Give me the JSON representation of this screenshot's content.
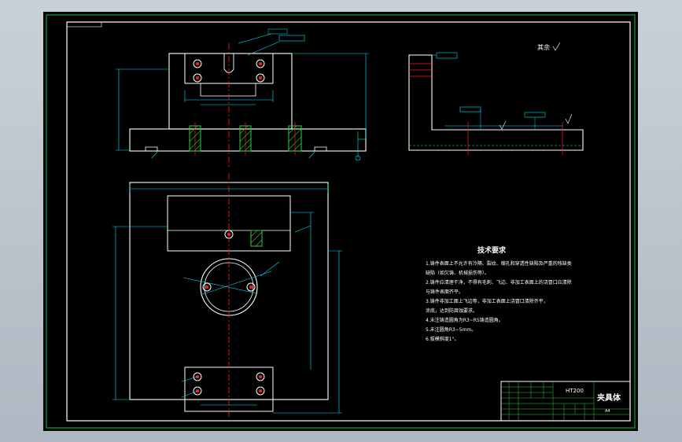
{
  "drawing": {
    "surface_finish_note": "其余",
    "tech_requirements": {
      "title": "技术要求",
      "items": [
        "1.铸件表面上不允许有冷隔、裂纹、缩孔和穿透性缺陷及严重的残缺类",
        "缺陷（如欠铸、机械损伤等）。",
        "2.铸件应清理干净，不得有毛刺、飞边、非加工表面上的浇冒口应清除",
        "与铸件表面齐平。",
        "3.铸件非加工面上飞边等，非加工表面上浇冒口清除齐平，",
        "涂底，达到防腐蚀要求。",
        "4.未注铸造圆角为R3~R5铸造圆角。",
        "5.未注圆角R3~5mm。",
        "6.拔模斜度1°。"
      ]
    },
    "title_block": {
      "material": "HT200",
      "part_name": "夹具体",
      "scale": "A4"
    }
  },
  "colors": {
    "background": "#000000",
    "border": "#00c853",
    "outline": "#ffffff",
    "dimension": "#00e5ff",
    "centerline": "#ff1e1e",
    "hatch": "#2ecc40",
    "text": "#ffffff"
  }
}
